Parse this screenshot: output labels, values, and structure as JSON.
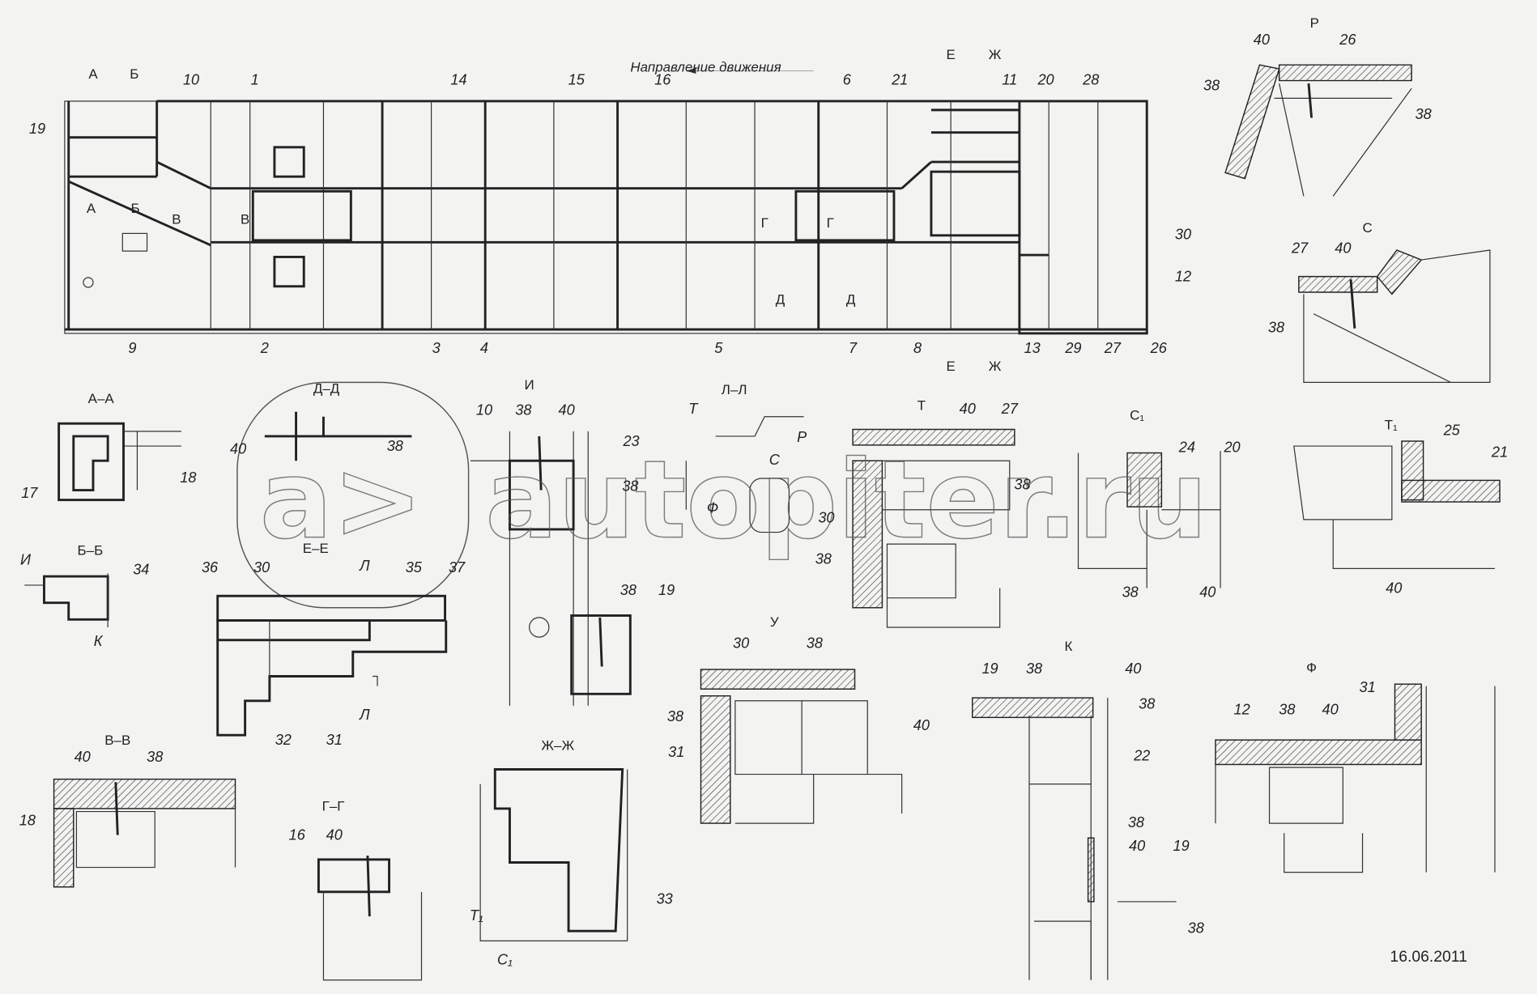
{
  "title_note": "Направление движения",
  "date": "16.06.2011",
  "watermark": {
    "logo_mark": "a>",
    "text": "autopiter.ru"
  },
  "section_marks": [
    "А",
    "Б",
    "Е",
    "Ж",
    "Е",
    "Ж",
    "А",
    "Б",
    "В",
    "В",
    "Г",
    "Г",
    "Д",
    "Д"
  ],
  "main_callouts": [
    "10",
    "1",
    "14",
    "15",
    "16",
    "6",
    "21",
    "11",
    "20",
    "28",
    "19",
    "30",
    "12",
    "9",
    "2",
    "3",
    "4",
    "5",
    "7",
    "8",
    "13",
    "29",
    "27",
    "26"
  ],
  "details": [
    {
      "title": "Р",
      "callouts": [
        "40",
        "26",
        "38",
        "38"
      ]
    },
    {
      "title": "С",
      "callouts": [
        "27",
        "40",
        "38"
      ]
    },
    {
      "title": "А–А",
      "callouts": [
        "17",
        "18"
      ]
    },
    {
      "title": "Б–Б",
      "callouts": [
        "И",
        "34",
        "К"
      ]
    },
    {
      "title": "Д–Д",
      "callouts": [
        "40",
        "38"
      ]
    },
    {
      "title": "Е–Е",
      "callouts": [
        "Л",
        "36",
        "30",
        "35",
        "37",
        "32",
        "31",
        "Л"
      ]
    },
    {
      "title": "И",
      "callouts": [
        "10",
        "38",
        "40",
        "23",
        "38",
        "38",
        "19"
      ]
    },
    {
      "title": "Л–Л",
      "callouts": [
        "Т",
        "Р",
        "С",
        "Ф"
      ]
    },
    {
      "title": "Т",
      "callouts": [
        "40",
        "27",
        "38",
        "30",
        "38"
      ]
    },
    {
      "title": "С₁",
      "callouts": [
        "24",
        "20",
        "38",
        "40"
      ]
    },
    {
      "title": "Т₁",
      "callouts": [
        "25",
        "21",
        "40"
      ]
    },
    {
      "title": "У",
      "callouts": [
        "30",
        "38",
        "38",
        "40",
        "31"
      ]
    },
    {
      "title": "К",
      "callouts": [
        "19",
        "38",
        "40",
        "38",
        "22",
        "38",
        "40",
        "19",
        "38"
      ]
    },
    {
      "title": "Ф",
      "callouts": [
        "31",
        "12",
        "38",
        "40"
      ]
    },
    {
      "title": "В–В",
      "callouts": [
        "40",
        "38",
        "18"
      ]
    },
    {
      "title": "Г–Г",
      "callouts": [
        "16",
        "40"
      ]
    },
    {
      "title": "Ж–Ж",
      "callouts": [
        "33",
        "Т₁",
        "С₁"
      ]
    }
  ]
}
